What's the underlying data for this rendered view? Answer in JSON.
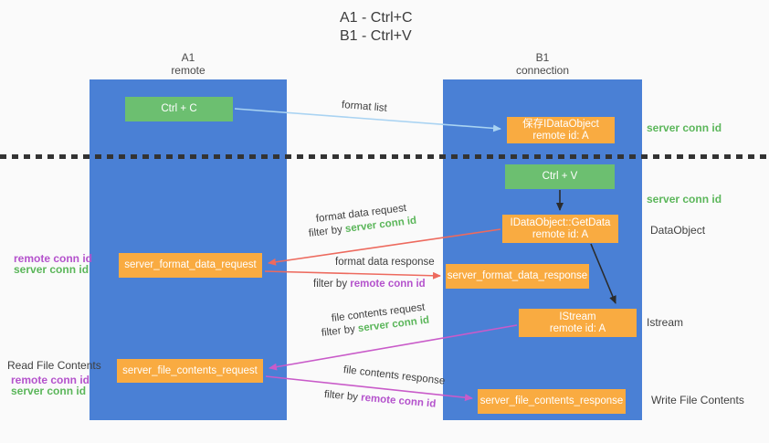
{
  "title": {
    "line1": "A1 - Ctrl+C",
    "line2": "B1 - Ctrl+V"
  },
  "lanes": {
    "a": {
      "name": "A1",
      "subtitle": "remote"
    },
    "b": {
      "name": "B1",
      "subtitle": "connection"
    }
  },
  "nodes": {
    "ctrl_c": {
      "label": "Ctrl + C"
    },
    "save_idataobject": {
      "line1": "保存IDataObject",
      "line2": "remote id: A"
    },
    "ctrl_v": {
      "label": "Ctrl + V"
    },
    "getdata": {
      "line1": "IDataObject::GetData",
      "line2": "remote id: A"
    },
    "format_request": {
      "label": "server_format_data_request"
    },
    "format_response": {
      "label": "server_format_data_response"
    },
    "istream": {
      "line1": "IStream",
      "line2": "remote id: A"
    },
    "file_request": {
      "label": "server_file_contents_request"
    },
    "file_response": {
      "label": "server_file_contents_response"
    }
  },
  "terms": {
    "filter_by": "filter by",
    "server_conn_id": "server conn id",
    "remote_conn_id": "remote conn id"
  },
  "side_labels": {
    "dataobject": "DataObject",
    "istream": "Istream",
    "read_file_contents": "Read File Contents",
    "write_file_contents": "Write File Contents"
  },
  "arrow_labels": {
    "format_list": "format list",
    "format_data_request": "format data request",
    "format_data_response": "format data response",
    "file_contents_request": "file contents request",
    "file_contents_response": "file contents response"
  },
  "colors": {
    "lane_blue": "#4a80d5",
    "node_green": "#6cbf70",
    "node_orange": "#f9ab41",
    "conn_id_green": "#5bb65a",
    "conn_id_purple": "#b452cc",
    "arrow_blue": "#a9d3f2",
    "arrow_red": "#ed6a5e",
    "arrow_magenta": "#c95bc9",
    "arrow_black": "#2b2b2b",
    "divider": "#333333"
  }
}
